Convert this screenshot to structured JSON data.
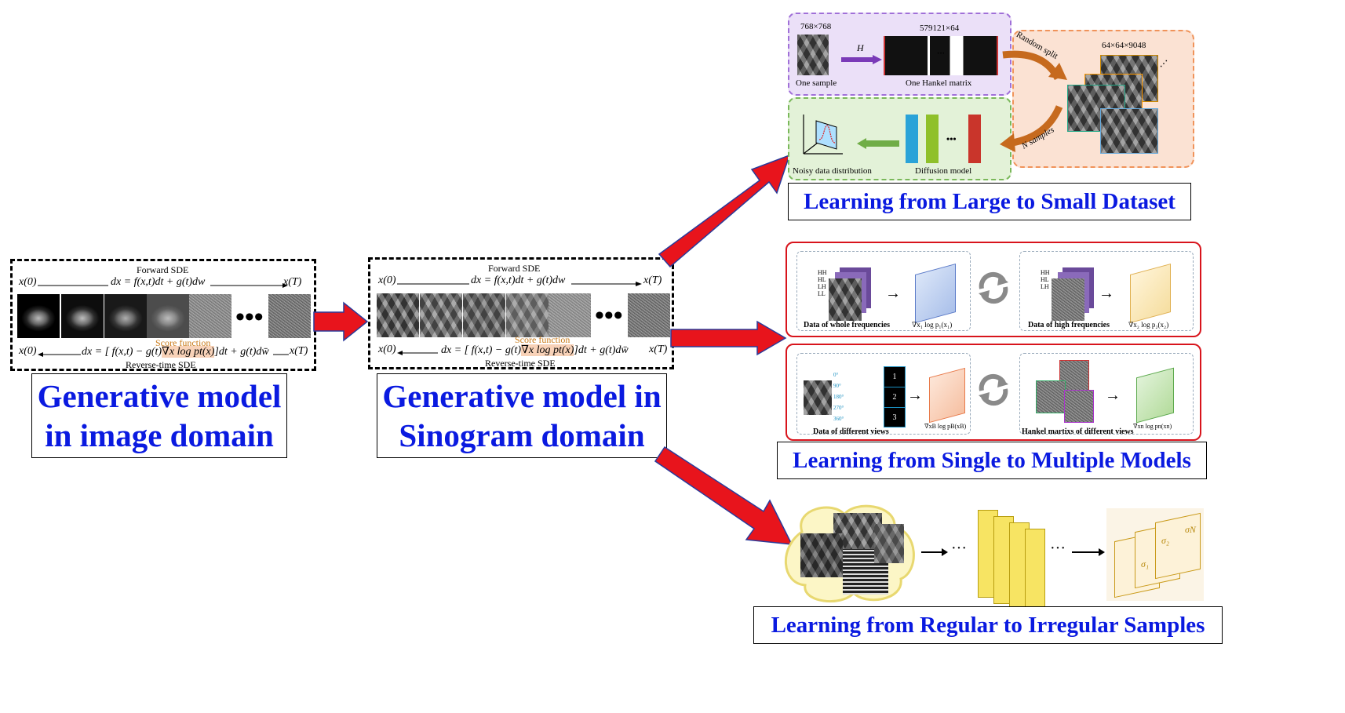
{
  "image_panel": {
    "forward_label": "Forward SDE",
    "forward_left": "x(0)",
    "forward_eq": "dx = f(x,t)dt + g(t)dw",
    "forward_right": "x(T)",
    "score_label": "Score function",
    "reverse_left": "x(0)",
    "reverse_eq_a": "dx = [ f(x,t) − g(t)",
    "reverse_eq_score": "∇x log pt(x)",
    "reverse_eq_b": "]dt + g(t)dw̄",
    "reverse_right": "x(T)",
    "reverse_label": "Reverse-time SDE",
    "ellipsis": "•••"
  },
  "sino_panel": {
    "forward_label": "Forward SDE",
    "forward_left": "x(0)",
    "forward_eq": "dx = f(x,t)dt + g(t)dw",
    "forward_right": "x(T)",
    "score_label": "Score function",
    "reverse_left": "x(0)",
    "reverse_eq_a": "dx = [ f(x,t) − g(t)",
    "reverse_eq_score": "∇x log pt(x)",
    "reverse_eq_b": "]dt + g(t)dw̄",
    "reverse_right": "x(T)",
    "reverse_label": "Reverse-time SDE",
    "ellipsis": "•••"
  },
  "titles": {
    "image_domain": "Generative model in image domain",
    "sinogram_domain": "Generative model in Sinogram domain",
    "large_small": "Learning from Large to Small Dataset",
    "single_multiple": "Learning from Single to Multiple Models",
    "regular_irregular": "Learning from Regular to Irregular Samples"
  },
  "large_small": {
    "size_sample": "768×768",
    "op_h": "H",
    "size_hankel": "579121×64",
    "one_sample": "One sample",
    "one_hankel": "One Hankel matrix",
    "random_split": "Random split",
    "size_patches": "64×64×9048",
    "n_samples": "N samples",
    "noisy_dist": "Noisy data distribution",
    "diffusion_model": "Diffusion model",
    "ellipsis": "•••"
  },
  "single_multiple": {
    "whole_freq": "Data of whole frequencies",
    "high_freq": "Data of high frequencies",
    "grad1": "∇x₁ log p₁(x₁)",
    "grad2": "∇x₂ log p₂(x₂)",
    "wavelet_bands": [
      "HH",
      "HL",
      "LH",
      "LL"
    ],
    "wavelet_bands_high": [
      "HH",
      "HL",
      "LH"
    ],
    "diff_views": "Data of different views",
    "hankel_views": "Hankel martixs of different views",
    "grad_b": "∇xB log pB(xB)",
    "grad_n": "∇xn log pn(xn)",
    "angles": [
      "0°",
      "90°",
      "180°",
      "270°",
      "360°"
    ],
    "view_ids": [
      "1",
      "2",
      "3"
    ]
  },
  "regular_irregular": {
    "ellipsis1": "···",
    "ellipsis2": "···",
    "sigma1": "σ₁",
    "sigma2": "σ₂",
    "sigmaN": "σN"
  }
}
